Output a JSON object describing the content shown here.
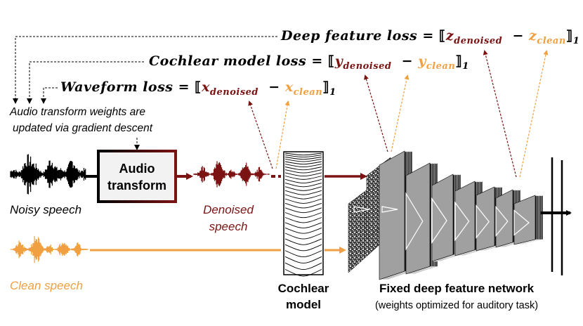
{
  "losses": {
    "deep_feature": {
      "label": "Deep feature loss",
      "eq": "=",
      "open": "⟦",
      "var": "z",
      "sub_a": "denoised",
      "minus": "−",
      "sub_b": "clean",
      "close": "⟧",
      "norm": "1"
    },
    "cochlear": {
      "label": "Cochlear model loss",
      "eq": "=",
      "open": "⟦",
      "var": "y",
      "sub_a": "denoised",
      "minus": "−",
      "sub_b": "clean",
      "close": "⟧",
      "norm": "1"
    },
    "waveform": {
      "label": "Waveform loss",
      "eq": "=",
      "open": "⟦",
      "var": "x",
      "sub_a": "denoised",
      "minus": "−",
      "sub_b": "clean",
      "close": "⟧",
      "norm": "1"
    }
  },
  "caption_update": {
    "line1": "Audio transform  weights are",
    "line2": "updated via gradient descent"
  },
  "audio_transform": {
    "line1": "Audio",
    "line2": "transform"
  },
  "labels": {
    "noisy": "Noisy speech",
    "denoised_line1": "Denoised",
    "denoised_line2": "speech",
    "clean": "Clean speech",
    "cochlear_line1": "Cochlear",
    "cochlear_line2": "model",
    "network_title": "Fixed deep feature network",
    "network_sub": "(weights optimized for auditory task)"
  },
  "colors": {
    "denoised": "#7b1313",
    "clean": "#f0a040",
    "noisy": "#000000",
    "layer": "#9a9a9a"
  }
}
